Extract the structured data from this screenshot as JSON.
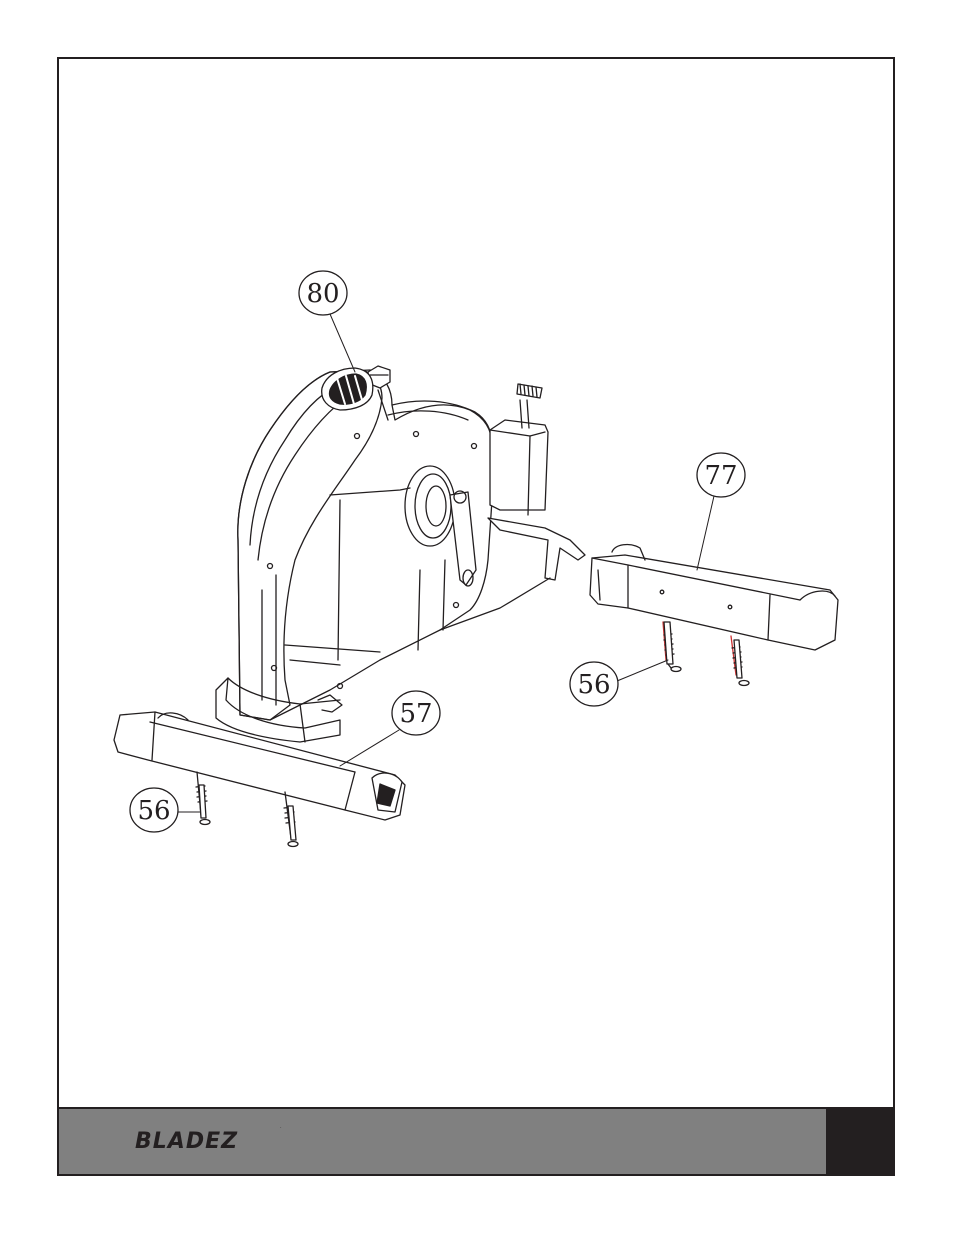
{
  "callouts": [
    {
      "id": "callout-80",
      "label": "80"
    },
    {
      "id": "callout-77",
      "label": "77"
    },
    {
      "id": "callout-56-right",
      "label": "56"
    },
    {
      "id": "callout-57",
      "label": "57"
    },
    {
      "id": "callout-56-left",
      "label": "56"
    }
  ],
  "footer": {
    "brand": "BLADEZ",
    "trademark": "·",
    "page_number": ""
  },
  "colors": {
    "line": "#231f20",
    "footer_gray": "#808080",
    "footer_black": "#231f20",
    "logo": "#231f20",
    "bolt_red": "#cc3333"
  }
}
